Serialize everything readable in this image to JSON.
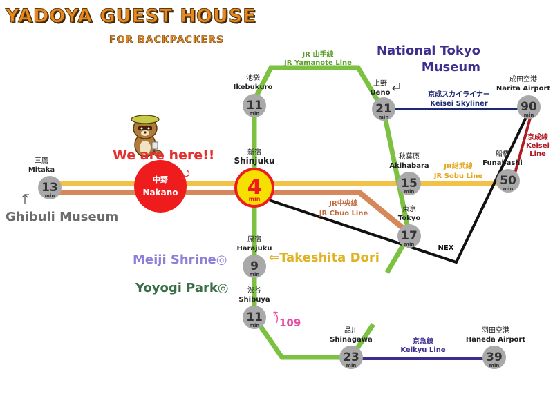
{
  "title": {
    "main": "YADOYA GUEST HOUSE",
    "sub": "FOR BACKPACKERS"
  },
  "colors": {
    "yamanote": "#7dc142",
    "sobu": "#f2c148",
    "chuo": "#d7885a",
    "skyliner": "#1c2a73",
    "keisei": "#b11a22",
    "keikyu": "#3d2d8c",
    "nex": "#111111",
    "station": "#a9a9a9",
    "nakano": "#ee1c1c",
    "shinjuku": "#f5e000"
  },
  "stations": [
    {
      "id": "mitaka",
      "ja": "三鷹",
      "en": "Mitaka",
      "minutes": "13",
      "unit": "min"
    },
    {
      "id": "nakano",
      "ja": "中野",
      "en": "Nakano",
      "minutes": "",
      "unit": ""
    },
    {
      "id": "shinjuku",
      "ja": "新宿",
      "en": "Shinjuku",
      "minutes": "4",
      "unit": "min"
    },
    {
      "id": "ikebukuro",
      "ja": "池袋",
      "en": "Ikebukuro",
      "minutes": "11",
      "unit": "min"
    },
    {
      "id": "ueno",
      "ja": "上野",
      "en": "Ueno",
      "minutes": "21",
      "unit": "min"
    },
    {
      "id": "akihabara",
      "ja": "秋葉原",
      "en": "Akihabara",
      "minutes": "15",
      "unit": "min"
    },
    {
      "id": "tokyo",
      "ja": "東京",
      "en": "Tokyo",
      "minutes": "17",
      "unit": "min"
    },
    {
      "id": "funabashi",
      "ja": "船橋",
      "en": "Funabashi",
      "minutes": "50",
      "unit": "min"
    },
    {
      "id": "narita",
      "ja": "成田空港",
      "en": "Narita Airport",
      "minutes": "90",
      "unit": "min"
    },
    {
      "id": "harajuku",
      "ja": "原宿",
      "en": "Harajuku",
      "minutes": "9",
      "unit": "min"
    },
    {
      "id": "shibuya",
      "ja": "渋谷",
      "en": "Shibuya",
      "minutes": "11",
      "unit": "min"
    },
    {
      "id": "shinagawa",
      "ja": "品川",
      "en": "Shinagawa",
      "minutes": "23",
      "unit": "min"
    },
    {
      "id": "haneda",
      "ja": "羽田空港",
      "en": "Haneda Airport",
      "minutes": "39",
      "unit": "min"
    }
  ],
  "lines": [
    {
      "id": "yamanote",
      "ja": "JR 山手線",
      "en": "JR Yamanote Line"
    },
    {
      "id": "sobu",
      "ja": "JR総武線",
      "en": "JR Sobu Line"
    },
    {
      "id": "chuo",
      "ja": "JR中央線",
      "en": "JR Chuo Line"
    },
    {
      "id": "skyliner",
      "ja": "京成スカイライナー",
      "en": "Keisei Skyliner"
    },
    {
      "id": "keisei",
      "ja": "京成線",
      "en": "Keisei Line"
    },
    {
      "id": "keikyu",
      "ja": "京急線",
      "en": "Keikyu Line"
    },
    {
      "id": "nex",
      "ja": "",
      "en": "NEX"
    }
  ],
  "annotations": {
    "we_are_here": "We are here!!",
    "national_museum": "National Tokyo Museum",
    "ghibli": "Ghibuli Museum",
    "meiji": "Meiji Shrine◎",
    "yoyogi": "Yoyogi Park◎",
    "takeshita": "⇐Takeshita Dori",
    "shibuya109": "109"
  }
}
